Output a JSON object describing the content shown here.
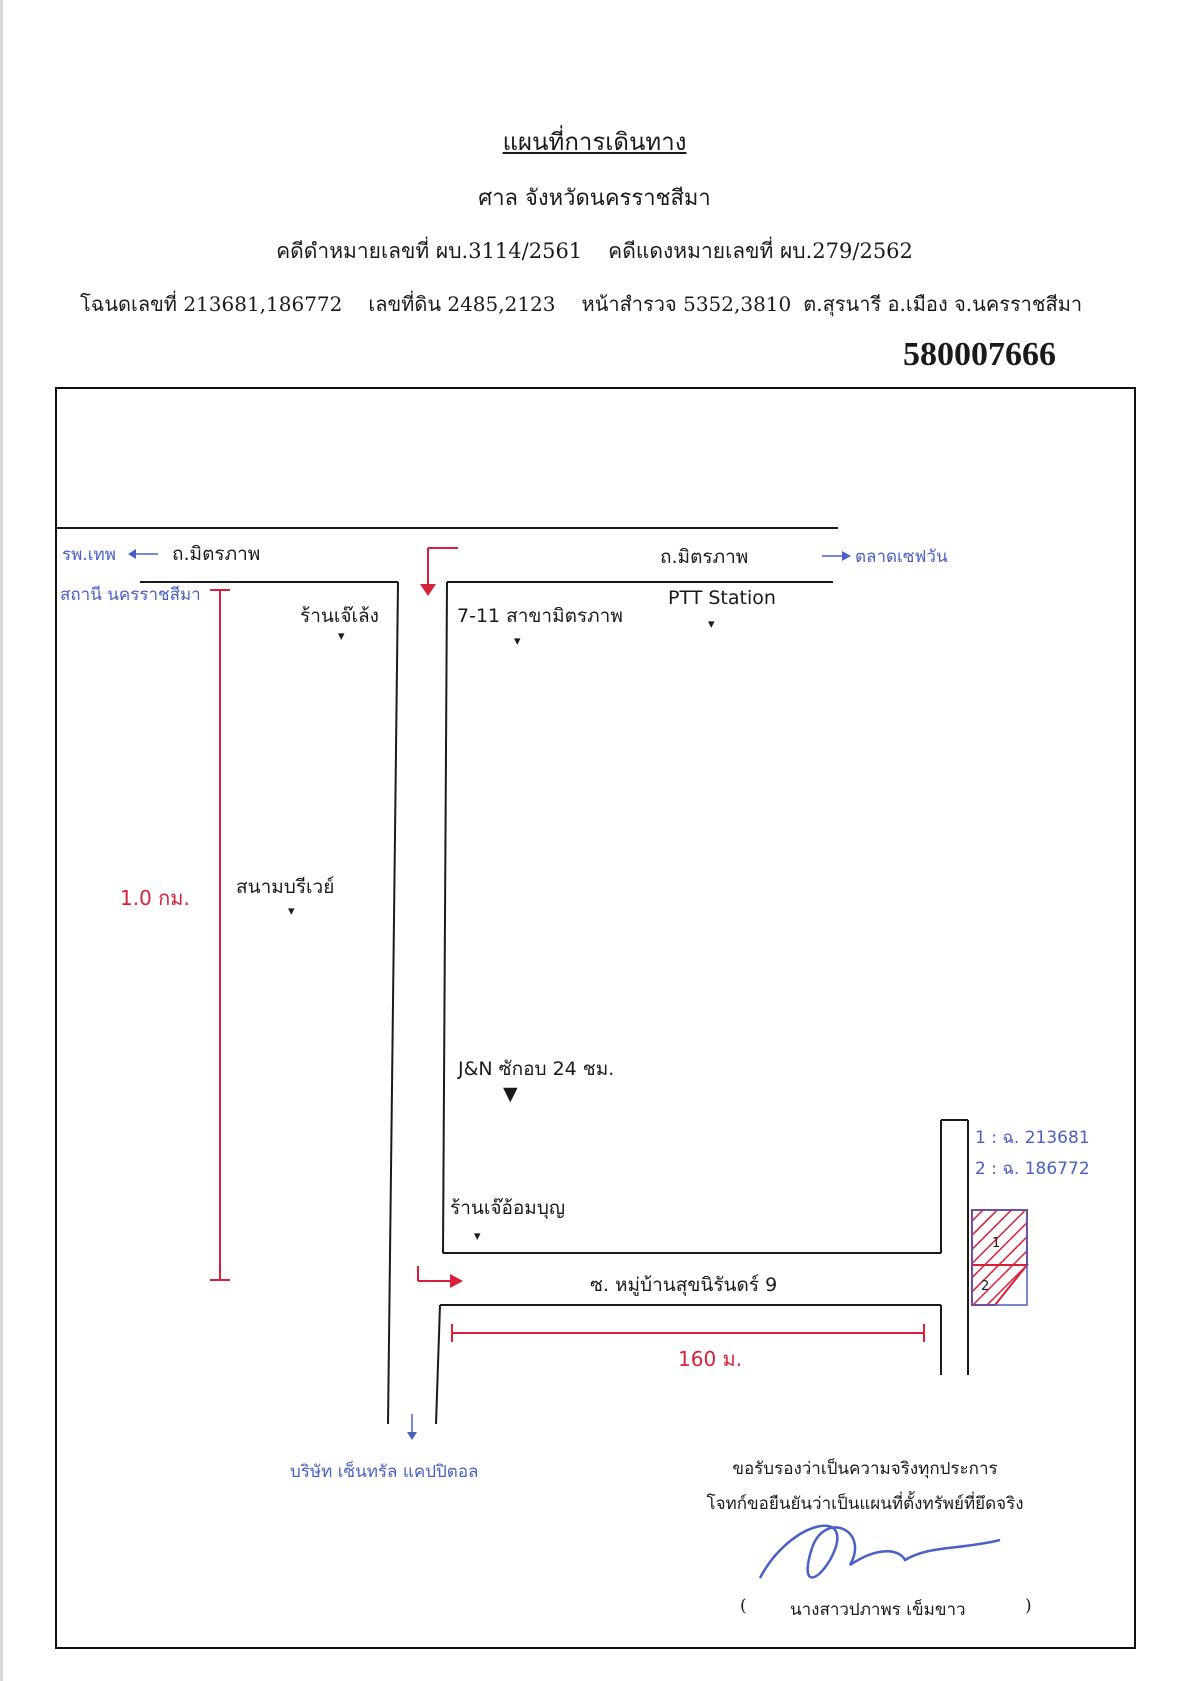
{
  "header": {
    "title": "แผนที่การเดินทาง",
    "court": "ศาล จังหวัดนครราชสีมา",
    "black_case": "คดีดำหมายเลขที่ ผบ.3114/2561",
    "red_case": "คดีแดงหมายเลขที่ ผบ.279/2562",
    "deed_no": "โฉนดเลขที่ 213681,186772",
    "land_no": "เลขที่ดิน  2485,2123",
    "survey_page": "หน้าสำรวจ  5352,3810",
    "location": "ต.สุรนารี  อ.เมือง จ.นครราชสีมา",
    "document_number": "580007666"
  },
  "map": {
    "labels": {
      "road_left": "ถ.มิตรภาพ",
      "road_right": "ถ.มิตรภาพ",
      "hospital": "รพ.เทพ",
      "station": "สถานี นครราชสีมา",
      "market": "ตลาดเซฟวัน",
      "shop_left": "ร้านเจ๊เล้ง",
      "seven_eleven": "7-11 สาขามิตรภาพ",
      "ptt": "PTT Station",
      "cafe_left": "สนามบรีเวย์",
      "laundry": "J&N ซักอบ 24 ชม.",
      "shop_corner": "ร้านเจ๊อ้อมบุญ",
      "soi": "ซ. หมู่บ้านสุขนิรันดร์ 9",
      "company": "บริษัท เซ็นทรัล แคปปิตอล",
      "dist_vertical": "1.0 กม.",
      "dist_horizontal": "160 ม.",
      "parcel_1_short": "1",
      "parcel_2_short": "2",
      "legend_1": "1 : ฉ. 213681",
      "legend_2": "2 : ฉ. 186772"
    },
    "colors": {
      "ink": "#1a1a1a",
      "red": "#d8203a",
      "blue": "#4a5fc7"
    }
  },
  "certification": {
    "line1": "ขอรับรองว่าเป็นความจริงทุกประการ",
    "line2": "โจทก์ขอยืนยันว่าเป็นแผนที่ตั้งทรัพย์ที่ยึดจริง",
    "paren_open": "(",
    "signer": "นางสาวปภาพร  เข็มขาว",
    "paren_close": ")"
  }
}
